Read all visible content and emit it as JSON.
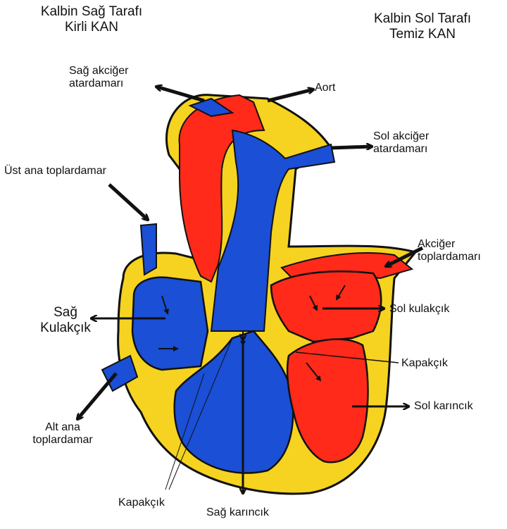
{
  "header": {
    "right_side_title": "Kalbin Sağ Tarafı",
    "right_side_sub": "Kirli KAN",
    "left_side_title": "Kalbin Sol Tarafı",
    "left_side_sub": "Temiz KAN"
  },
  "labels": {
    "right_pulmonary_artery": [
      "Sağ akciğer",
      "atardamarı"
    ],
    "aorta": "Aort",
    "left_pulmonary_artery": [
      "Sol akciğer",
      "atardamarı"
    ],
    "superior_vena_cava": "Üst ana toplardamar",
    "pulmonary_veins": [
      "Akciğer",
      "toplardamarı"
    ],
    "right_atrium": [
      "Sağ",
      "Kulakçık"
    ],
    "left_atrium": "Sol kulakçık",
    "valve_right": "Kapakçık",
    "left_ventricle": "Sol karıncık",
    "inferior_vena_cava": [
      "Alt ana",
      "toplardamar"
    ],
    "valve_bottom": "Kapakçık",
    "right_ventricle": "Sağ karıncık"
  },
  "colors": {
    "oxygenated": "#ff2a1a",
    "deoxygenated": "#1a4fd6",
    "wall": "#f5d320",
    "outline": "#111111"
  }
}
